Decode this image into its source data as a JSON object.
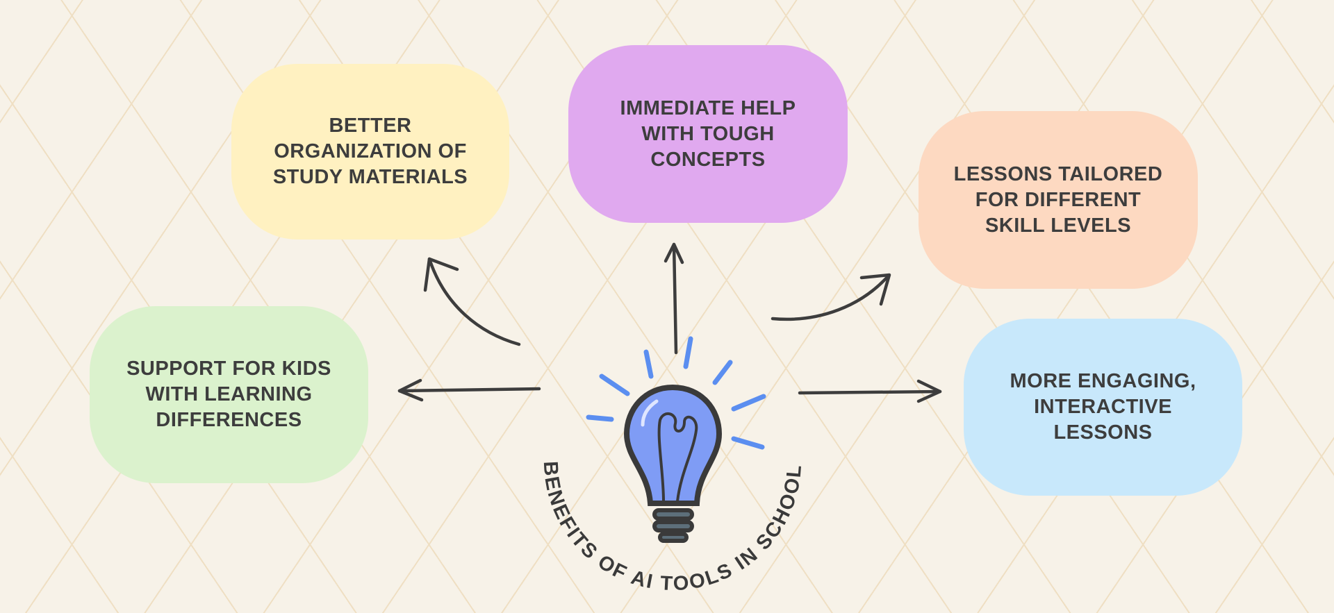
{
  "title": "BENEFITS OF AI TOOLS IN SCHOOL",
  "benefits": [
    {
      "label": "BETTER\nORGANIZATION OF\nSTUDY MATERIALS",
      "color": "#fff1c1"
    },
    {
      "label": "IMMEDIATE HELP\nWITH TOUGH\nCONCEPTS",
      "color": "#e0a9ef"
    },
    {
      "label": "LESSONS TAILORED\nFOR DIFFERENT\nSKILL LEVELS",
      "color": "#fdd9c1"
    },
    {
      "label": "SUPPORT FOR KIDS\nWITH LEARNING\nDIFFERENCES",
      "color": "#dbf2cd"
    },
    {
      "label": "MORE ENGAGING,\nINTERACTIVE\nLESSONS",
      "color": "#c8e8fb"
    }
  ],
  "colors": {
    "background": "#f7f2e8",
    "ink": "#3d3d3d",
    "bulb": "#7f9cf5",
    "rays": "#5b8ef0"
  }
}
